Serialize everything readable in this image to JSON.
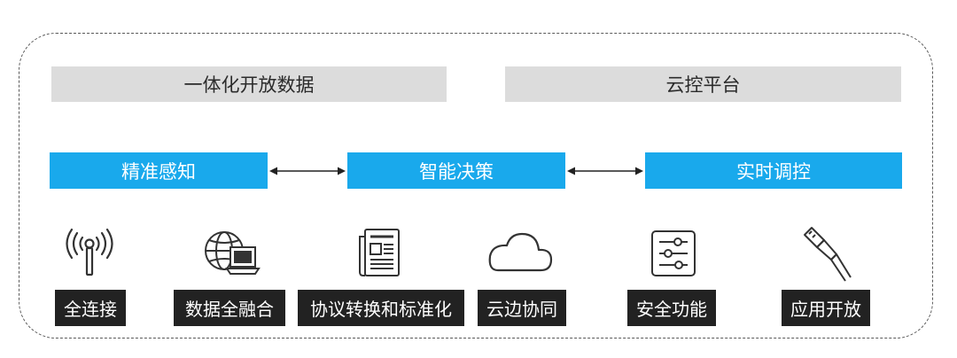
{
  "platform": {
    "open_data": "一体化开放数据",
    "cloud_control": "云控平台"
  },
  "flow": {
    "perception": "精准感知",
    "decision": "智能决策",
    "control": "实时调控"
  },
  "capabilities": [
    {
      "label": "全连接",
      "icon": "wireless-antenna-icon"
    },
    {
      "label": "数据全融合",
      "icon": "globe-laptop-icon"
    },
    {
      "label": "协议转换和标准化",
      "icon": "document-newspaper-icon"
    },
    {
      "label": "云边协同",
      "icon": "cloud-icon"
    },
    {
      "label": "安全功能",
      "icon": "sliders-settings-icon"
    },
    {
      "label": "应用开放",
      "icon": "usb-connector-icon"
    }
  ],
  "colors": {
    "top_bar": "#dcdcdc",
    "flow_bar": "#19a9ec",
    "label_bg": "#222222"
  }
}
